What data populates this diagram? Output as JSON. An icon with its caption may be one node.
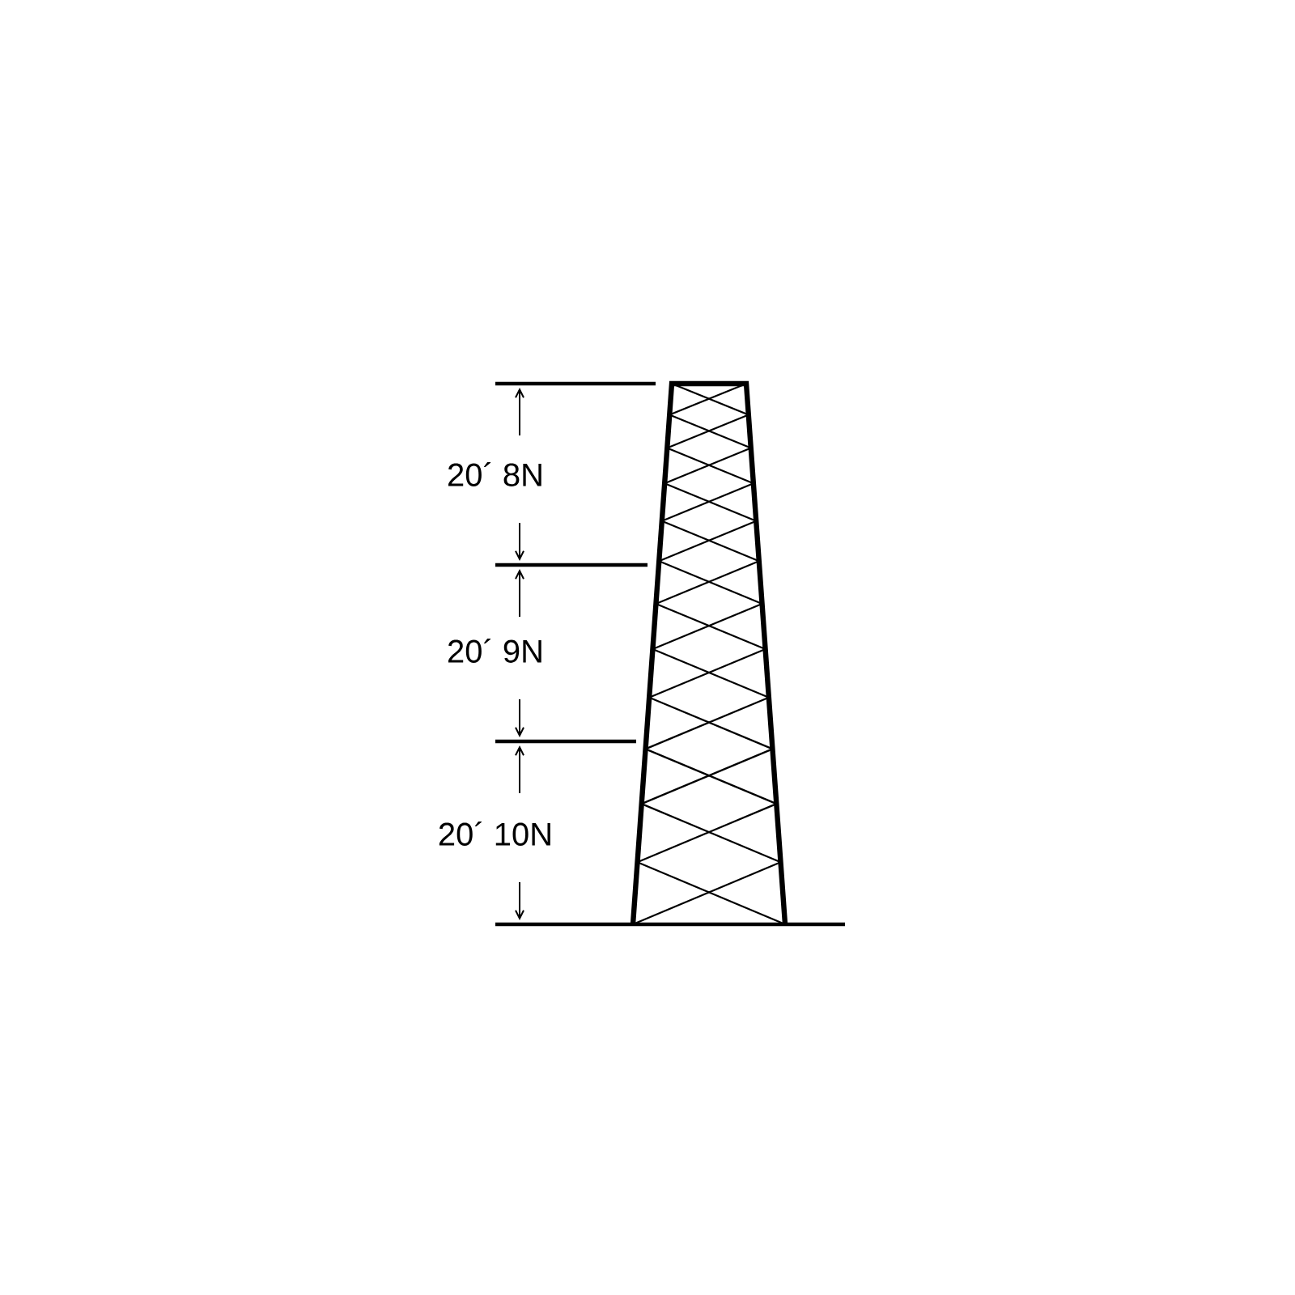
{
  "diagram": {
    "labels": [
      "20´ 8N",
      "20´ 9N",
      "20´ 10N"
    ]
  }
}
